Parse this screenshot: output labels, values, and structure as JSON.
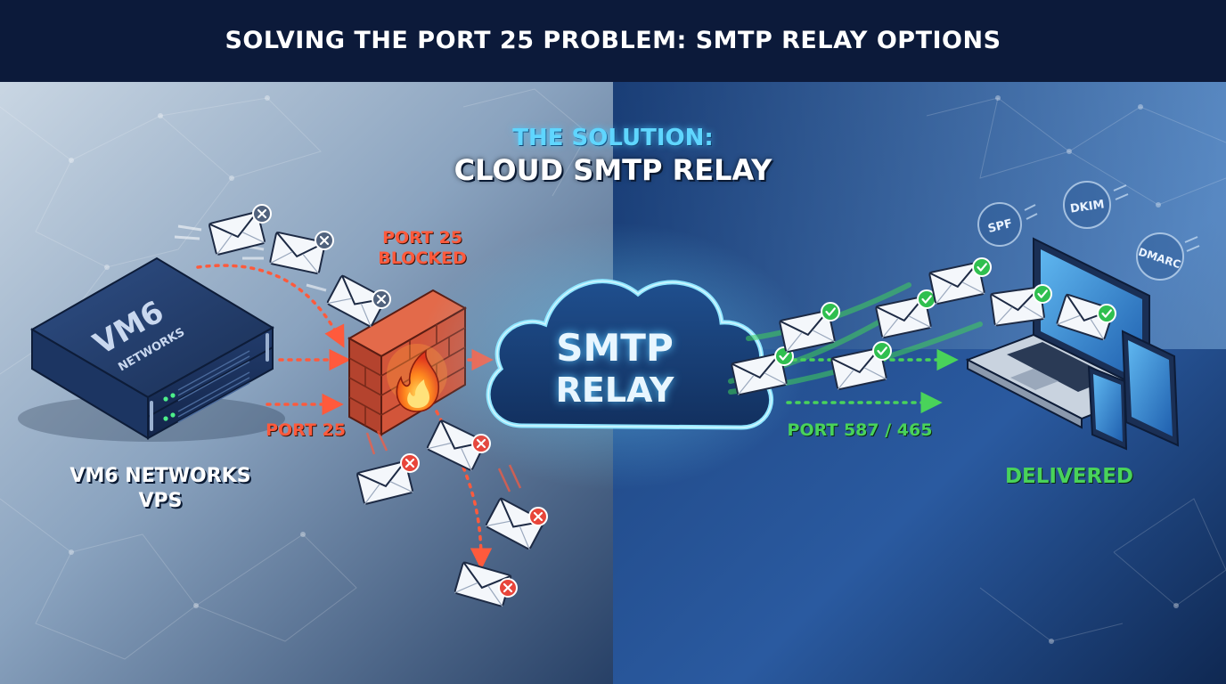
{
  "header": {
    "title": "SOLVING THE PORT 25 PROBLEM: SMTP RELAY OPTIONS"
  },
  "solution": {
    "line1": "THE SOLUTION:",
    "line2": "CLOUD SMTP RELAY"
  },
  "server": {
    "brand_line1": "VM6",
    "brand_line2": "NETWORKS",
    "caption_line1": "VM6 NETWORKS",
    "caption_line2": "VPS"
  },
  "firewall": {
    "label_line1": "PORT 25",
    "label_line2": "BLOCKED"
  },
  "left_flow": {
    "port_label": "PORT 25"
  },
  "cloud": {
    "line1": "SMTP",
    "line2": "RELAY"
  },
  "right_flow": {
    "port_label": "PORT 587 / 465"
  },
  "auth_badges": [
    "SPF",
    "DKIM",
    "DMARC"
  ],
  "destination": {
    "label": "DELIVERED"
  },
  "colors": {
    "header_bg": "#0c1a3a",
    "blocked_red": "#ff5a3c",
    "success_green": "#49d35a",
    "glow_cyan": "#5fd6ff"
  }
}
